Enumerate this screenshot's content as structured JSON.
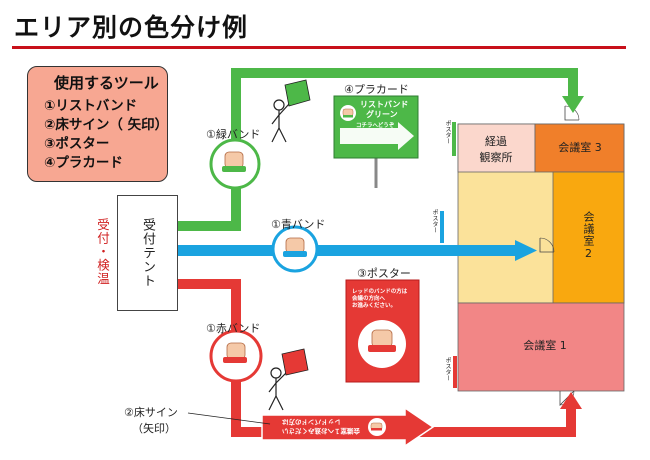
{
  "title": "エリア別の色分け例",
  "tools": {
    "heading": "使用するツール",
    "items": [
      "①リストバンド",
      "②床サイン（ 矢印）",
      "③ポスター",
      "④プラカード"
    ]
  },
  "reception": {
    "tent": "受付テント",
    "side": "受付・検温"
  },
  "labels": {
    "green_band": "①緑バンド",
    "blue_band": "①青バンド",
    "red_band": "①赤バンド",
    "placard": "④プラカード",
    "poster": "③ポスター",
    "floor_sign_1": "②床サイン",
    "floor_sign_2": "（矢印）"
  },
  "placard": {
    "line1": "リストバンド",
    "line2": "グリーン",
    "line3": "コチラへどうぞ"
  },
  "poster": {
    "line1": "レッドのバンドの方は",
    "line2": "会議の方向へ",
    "line3": "お進みください。"
  },
  "floor_sign": {
    "line1": "レッドバンドの方は",
    "line2": "会議室１へお進みください"
  },
  "rooms": {
    "observe_1": "経過",
    "observe_2": "観察所",
    "room3": "会議室 3",
    "room2": "会議室2",
    "room1": "会議室 1"
  },
  "poster_note": "ポスター",
  "colors": {
    "green": "#4db848",
    "blue": "#1aa3e0",
    "red": "#e53935",
    "title_rule": "#c8101a"
  }
}
